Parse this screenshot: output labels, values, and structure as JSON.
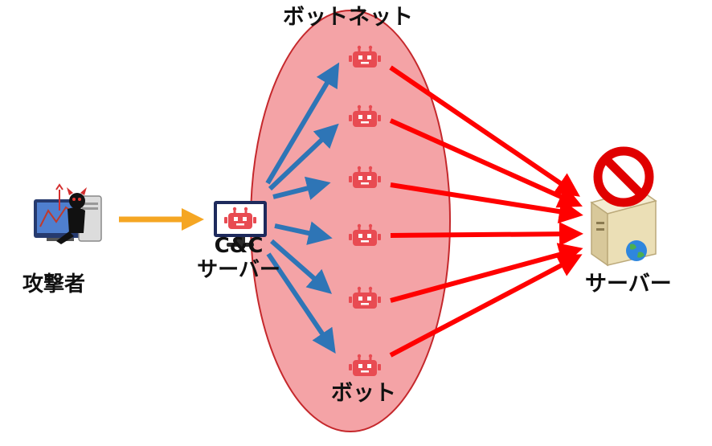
{
  "labels": {
    "botnet": "ボットネット",
    "attacker": "攻撃者",
    "cc_line1": "C&C",
    "cc_line2": "サーバー",
    "server": "サーバー",
    "bot": "ボット"
  },
  "icons": {
    "attacker": "hacker-at-computer-icon",
    "cc_server": "monitor-robot-icon",
    "bot": "robot-icon",
    "target": "tower-server-globe-icon",
    "blocked": "prohibited-icon"
  },
  "colors": {
    "botnet_area": "#f4a3a6",
    "botnet_border": "#c5282c",
    "command_arrow": "#2e75b6",
    "attack_arrow": "#ff0000",
    "attacker_arrow": "#f5a623",
    "robot": "#e84b52"
  }
}
